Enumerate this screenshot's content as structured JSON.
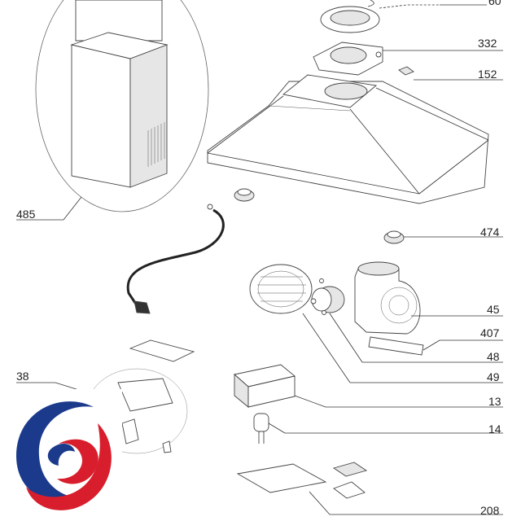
{
  "labels": {
    "p60": "60",
    "p332": "332",
    "p152": "152",
    "p485": "485",
    "p474": "474",
    "p45": "45",
    "p407": "407",
    "p48": "48",
    "p49": "49",
    "p38": "38",
    "p13": "13",
    "p14": "14",
    "p208": "208"
  },
  "logo": {
    "colors": {
      "blue": "#1b3a8c",
      "red": "#d81e2c"
    }
  }
}
